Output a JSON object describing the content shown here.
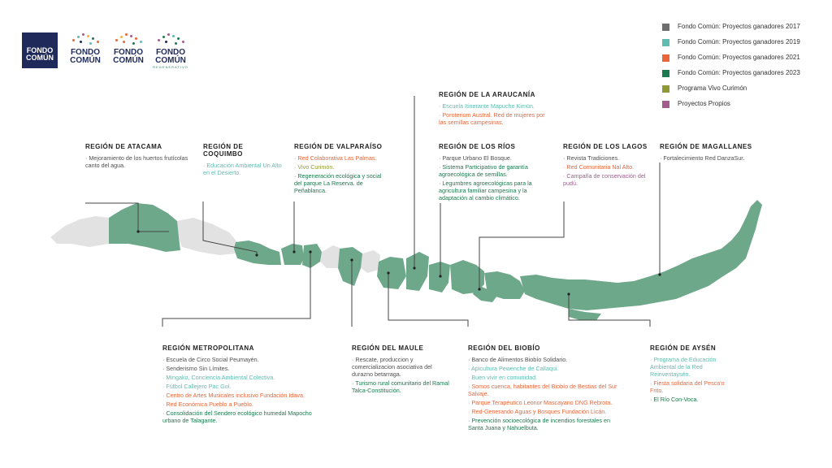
{
  "logos": {
    "dark": "FONDO COMÚN",
    "logo2": "FONDO COMÚN",
    "logo3": "FONDO COMÚN",
    "logo4": "FONDO COMÚN",
    "logo4_sub": "REGENERATIVO"
  },
  "legend": [
    {
      "label": "Fondo Común: Proyectos ganadores 2017",
      "color": "#6f6f6f"
    },
    {
      "label": "Fondo Común: Proyectos ganadores 2019",
      "color": "#5ebcb0"
    },
    {
      "label": "Fondo Común: Proyectos ganadores 2021",
      "color": "#e8663a"
    },
    {
      "label": "Fondo Común: Proyectos ganadores 2023",
      "color": "#1b7a4e"
    },
    {
      "label": "Programa Vivo Curimón",
      "color": "#8f9a35"
    },
    {
      "label": "Proyectos Propios",
      "color": "#a35b8e"
    }
  ],
  "colors": {
    "map_green": "#6ea88a",
    "map_grey": "#e2e2e2",
    "line": "#444444"
  },
  "regions": {
    "atacama": {
      "title": "REGIÓN DE ATACAMA",
      "items": [
        {
          "text": "· Mejoramiento de los huertos frutícolas canto del agua.",
          "cls": "c2017"
        }
      ]
    },
    "coquimbo": {
      "title": "REGIÓN DE COQUIMBO",
      "items": [
        {
          "text": "· Educación Ambiental Un Alto en el Desierto.",
          "cls": "c2019"
        }
      ]
    },
    "valparaiso": {
      "title": "REGIÓN DE VALPARAÍSO",
      "items": [
        {
          "text": "· Red Colaborativa Las Palmas.",
          "cls": "c2021"
        },
        {
          "text": "· Vivo Curimón.",
          "cls": "cvivo"
        },
        {
          "text": "· Regeneración ecológica y social del parque La Reserva. de Peñablanca.",
          "cls": "c2023"
        }
      ]
    },
    "araucania": {
      "title": "REGIÓN DE LA ARAUCANÍA",
      "items": [
        {
          "text": "· Escuela Itinerante Mapuche Kimün.",
          "cls": "c2019"
        },
        {
          "text": "· Poroterium Austral. Red de mujeres por las semillas campesinas.",
          "cls": "c2021"
        }
      ]
    },
    "rios": {
      "title": "REGIÓN DE LOS RÍOS",
      "items": [
        {
          "text": "· Parque Urbano El Bosque.",
          "cls": "c2017"
        },
        {
          "text": "· Sistema Participativo de garantía agroecológica de semillas.",
          "cls": "c2023"
        },
        {
          "text": "· Legumbres agroecológicas para la agricultura familiar campesina y la adaptación al cambio climático.",
          "cls": "c2023"
        }
      ]
    },
    "lagos": {
      "title": "REGIÓN DE LOS LAGOS",
      "items": [
        {
          "text": "· Revista Tradiciones.",
          "cls": "c2017"
        },
        {
          "text": "· Red Comunitaria Nal Alto.",
          "cls": "c2021"
        },
        {
          "text": "· Campaña de conservación del pudú.",
          "cls": "cprop"
        }
      ]
    },
    "magallanes": {
      "title": "REGIÓN DE MAGALLANES",
      "items": [
        {
          "text": "· Fortalecimiento Red DanzaSur.",
          "cls": "c2017"
        }
      ]
    },
    "metropolitana": {
      "title": "REGIÓN METROPOLITANA",
      "items": [
        {
          "text": "· Escuela de Circo Social Peumayén.",
          "cls": "c2017"
        },
        {
          "text": "· Senderismo Sin Límites.",
          "cls": "c2017"
        },
        {
          "text": "· Mingako, Conciencia Ambiental Colectiva.",
          "cls": "c2019"
        },
        {
          "text": "· Fútbol Callejero Pac Gol.",
          "cls": "c2019"
        },
        {
          "text": "· Centro de Artes Musicales inclusivo Fundación Idava.",
          "cls": "c2021"
        },
        {
          "text": "· Red Económica Pueblo a Pueblo.",
          "cls": "c2021"
        },
        {
          "text": "· Consolidación del Sendero ecológico humedal Mapocho urbano de Talagante.",
          "cls": "c2023"
        }
      ]
    },
    "maule": {
      "title": "REGIÓN DEL MAULE",
      "items": [
        {
          "text": "· Rescate, produccion y comercializacion asociativa del durazno betarraga.",
          "cls": "c2017"
        },
        {
          "text": "· Turismo rural comunitario del Ramal Talca-Constitución.",
          "cls": "c2023"
        }
      ]
    },
    "biobio": {
      "title": "REGIÓN DEL BIOBÍO",
      "items": [
        {
          "text": "· Banco de Alimentos Biobío Solidario.",
          "cls": "c2017"
        },
        {
          "text": "· Apicultura Pewenche de Callaqui.",
          "cls": "c2019"
        },
        {
          "text": "· Buen vivir en comunidad.",
          "cls": "c2019"
        },
        {
          "text": "· Somos cuenca, habitantes del Biobío de Bestias del Sur Salvaje.",
          "cls": "c2021"
        },
        {
          "text": "· Parque Terapéutico Leonor Mascayano DNG Rebrota.",
          "cls": "c2021"
        },
        {
          "text": "· Red-Generando Aguas y Bosques Fundación Licán.",
          "cls": "c2021"
        },
        {
          "text": "· Prevención socioecológica de incendios forestales en Santa Juana y Nahuelbuta.",
          "cls": "c2023"
        }
      ]
    },
    "aysen": {
      "title": "REGIÓN DE AYSÉN",
      "items": [
        {
          "text": "· Programa de Educación Ambiental de la Red Reinventaysén.",
          "cls": "c2019"
        },
        {
          "text": "· Fiesta solidaria del Pesca'o Frito.",
          "cls": "c2021"
        },
        {
          "text": "· El Río Con-Voca.",
          "cls": "c2023"
        }
      ]
    }
  }
}
